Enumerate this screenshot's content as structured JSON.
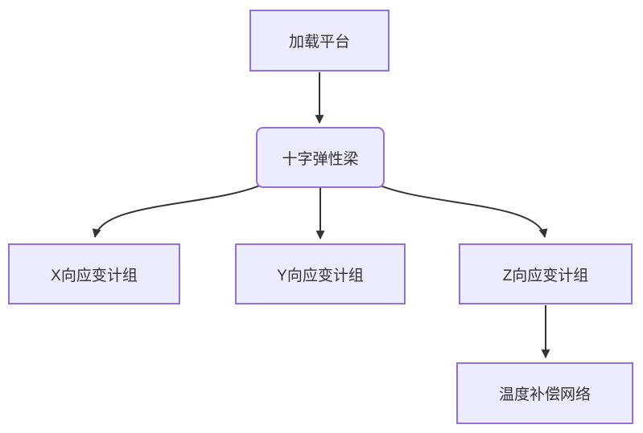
{
  "diagram": {
    "type": "flowchart",
    "direction": "top-down",
    "nodes": [
      {
        "id": "A",
        "label": "加载平台",
        "shape": "rectangle"
      },
      {
        "id": "B",
        "label": "十字弹性梁",
        "shape": "rounded-rectangle"
      },
      {
        "id": "C",
        "label": "X向应变计组",
        "shape": "rectangle"
      },
      {
        "id": "D",
        "label": "Y向应变计组",
        "shape": "rectangle"
      },
      {
        "id": "E",
        "label": "Z向应变计组",
        "shape": "rectangle"
      },
      {
        "id": "F",
        "label": "温度补偿网络",
        "shape": "rectangle"
      }
    ],
    "edges": [
      {
        "from": "加载平台",
        "to": "十字弹性梁",
        "arrow": "triangle"
      },
      {
        "from": "十字弹性梁",
        "to": "X向应变计组",
        "arrow": "triangle"
      },
      {
        "from": "十字弹性梁",
        "to": "Y向应变计组",
        "arrow": "triangle"
      },
      {
        "from": "十字弹性梁",
        "to": "Z向应变计组",
        "arrow": "triangle"
      },
      {
        "from": "Z向应变计组",
        "to": "温度补偿网络",
        "arrow": "triangle"
      }
    ],
    "colors": {
      "node_fill": "#ECECFF",
      "node_border": "#9370DB",
      "edge": "#333333",
      "text": "#333333",
      "background": "#FFFFFF"
    }
  }
}
